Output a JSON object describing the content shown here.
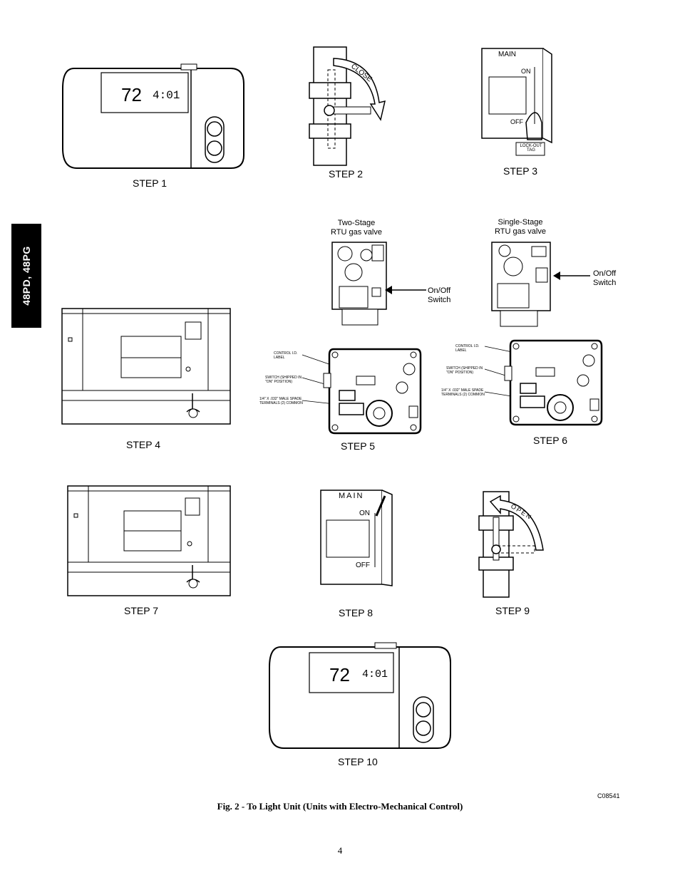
{
  "side_tab": "48PD, 48PG",
  "steps": {
    "s1": "STEP 1",
    "s2": "STEP 2",
    "s3": "STEP 3",
    "s4": "STEP 4",
    "s5": "STEP 5",
    "s6": "STEP 6",
    "s7": "STEP 7",
    "s8": "STEP 8",
    "s9": "STEP 9",
    "s10": "STEP 10"
  },
  "thermostat": {
    "temp": "72",
    "time": "4:01"
  },
  "valve": {
    "close_label": "CLOSE",
    "open_label": "OPEN"
  },
  "switch_box": {
    "main": "MAIN",
    "on": "ON",
    "off": "OFF",
    "main_step8": "MAIN",
    "lockout": "LOCK-OUT",
    "tag": "TAG"
  },
  "gas_valves": {
    "two_stage": "Two-Stage\nRTU gas valve",
    "single_stage": "Single-Stage\nRTU gas valve",
    "onoff_switch": "On/Off\nSwitch"
  },
  "control_labels": {
    "control_id": "CONTROL I.D.\nLABEL",
    "switch_shipped": "SWITCH (SHIPPED IN\n\"ON\" POSITION)",
    "terminals": "1/4\" X .032\" MALE SPADE\nTERMINALS (2) COMMON"
  },
  "figure_code": "C08541",
  "caption": "Fig. 2 - To Light Unit (Units with Electro-Mechanical Control)",
  "page_number": "4"
}
